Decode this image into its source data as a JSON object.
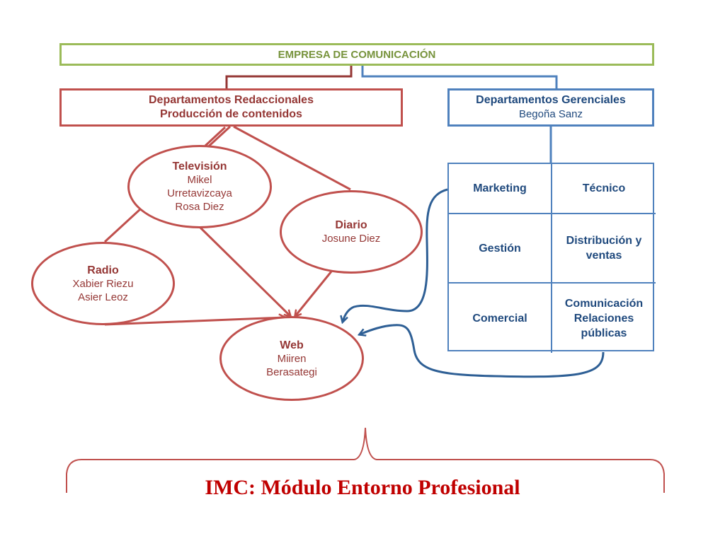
{
  "company": {
    "title": "EMPRESA DE COMUNICACIÓN"
  },
  "editorial": {
    "line1": "Departamentos Redaccionales",
    "line2": "Producción de contenidos"
  },
  "management": {
    "title": "Departamentos Gerenciales",
    "person": "Begoña Sanz"
  },
  "media": {
    "television": {
      "name": "Televisión",
      "people": [
        "Mikel",
        "Urretavizcaya",
        "Rosa Diez"
      ]
    },
    "diario": {
      "name": "Diario",
      "people": [
        "Josune Diez"
      ]
    },
    "radio": {
      "name": "Radio",
      "people": [
        "Xabier Riezu",
        "Asier Leoz"
      ]
    },
    "web": {
      "name": "Web",
      "people": [
        "Miiren",
        "Berasategi"
      ]
    }
  },
  "departments": [
    "Marketing",
    "Técnico",
    "Gestión",
    "Distribución y ventas",
    "Comercial",
    "Comunicación Relaciones públicas"
  ],
  "footer": "IMC: Módulo Entorno Profesional",
  "colors": {
    "green": "#9bbb59",
    "red": "#c0504d",
    "blue": "#4f81bd",
    "footer": "#c00000"
  }
}
